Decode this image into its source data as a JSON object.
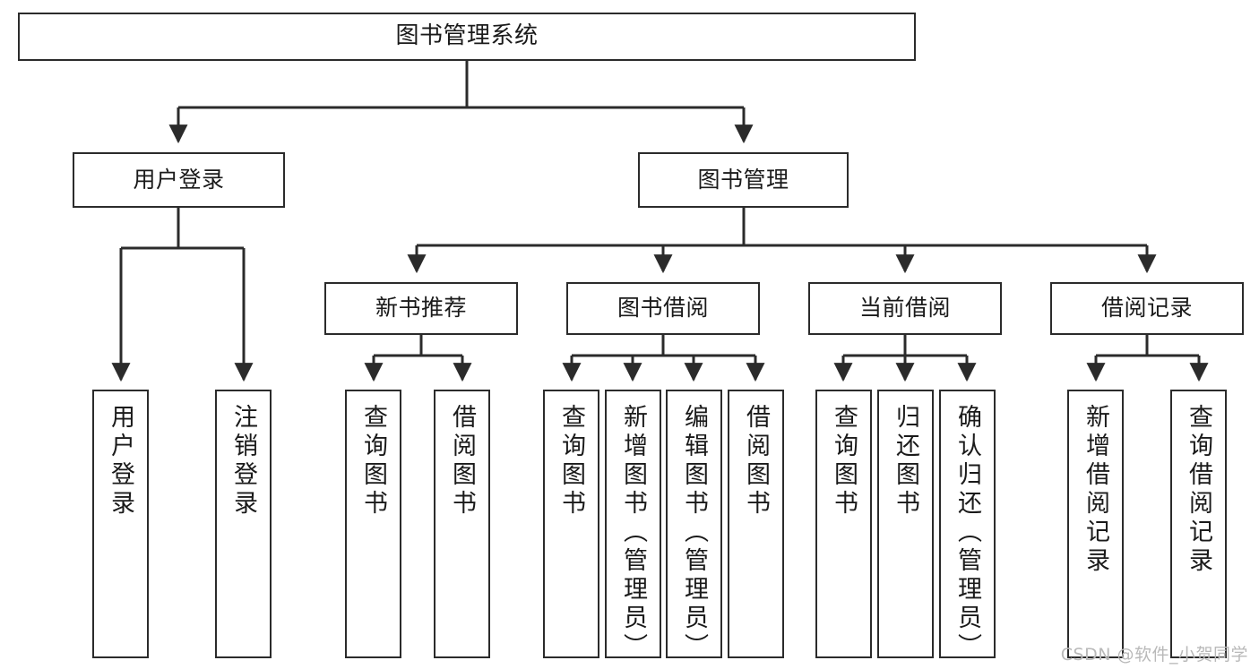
{
  "diagram": {
    "type": "tree",
    "title": "图书管理系统",
    "orientation": "top-down",
    "colors": {
      "border": "#2b2b2b",
      "fill": "#ffffff",
      "connector": "#2b2b2b",
      "text": "#1a1a1a",
      "watermark": "#b9b9b9"
    },
    "watermark": "CSDN @软件_小贺同学",
    "levels": {
      "root": {
        "label": "图书管理系统"
      },
      "level2": [
        {
          "label": "用户登录"
        },
        {
          "label": "图书管理"
        }
      ],
      "level3": [
        {
          "label": "新书推荐"
        },
        {
          "label": "图书借阅"
        },
        {
          "label": "当前借阅"
        },
        {
          "label": "借阅记录"
        }
      ],
      "leaves": {
        "user_login": [
          {
            "label": "用户登录"
          },
          {
            "label": "注销登录"
          }
        ],
        "new_book_recommend": [
          {
            "label": "查询图书"
          },
          {
            "label": "借阅图书"
          }
        ],
        "book_borrow": [
          {
            "label": "查询图书"
          },
          {
            "label": "新增图书（管理员）"
          },
          {
            "label": "编辑图书（管理员）"
          },
          {
            "label": "借阅图书"
          }
        ],
        "current_borrow": [
          {
            "label": "查询图书"
          },
          {
            "label": "归还图书"
          },
          {
            "label": "确认归还（管理员）"
          }
        ],
        "borrow_record": [
          {
            "label": "新增借阅记录"
          },
          {
            "label": "查询借阅记录"
          }
        ]
      }
    }
  }
}
